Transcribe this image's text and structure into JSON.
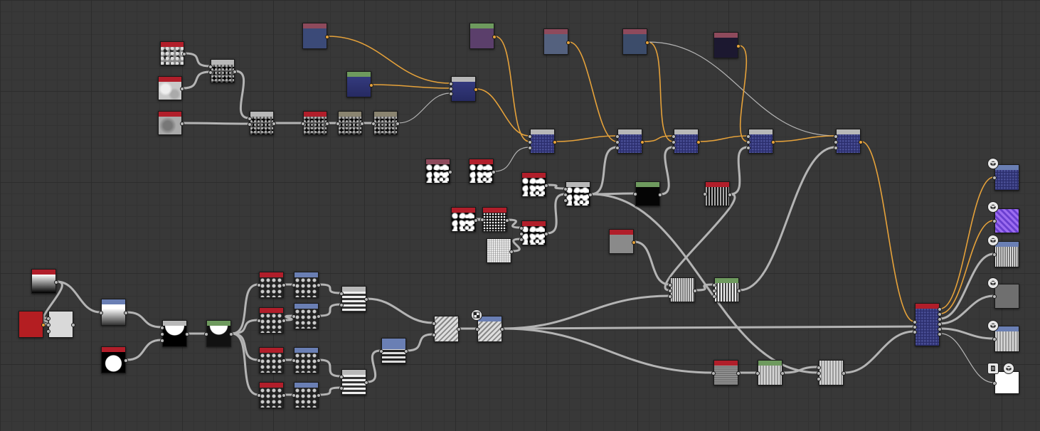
{
  "app": {
    "view": "graph-editor"
  },
  "colors": {
    "background": "#383838",
    "wire_gray": "#b4b4b4",
    "wire_orange": "#e6a23a",
    "header_red": "#b11e2a",
    "header_pink": "#8e4a5c",
    "header_blue": "#6a7fb4",
    "header_green": "#6e9a5e",
    "header_gray": "#b8b8b8",
    "header_olive": "#8a8470",
    "uniform_navy": "#3b4a78",
    "uniform_purple": "#5b3f6b",
    "uniform_slate": "#54617e",
    "uniform_dark": "#1c1830",
    "blend_navy": "#2c2f6e",
    "red_swatch": "#b41e22"
  },
  "node_kinds": [
    "uniform-color",
    "noise-generator",
    "blend",
    "levels",
    "gradient",
    "shape",
    "tile-pattern",
    "warp",
    "output"
  ],
  "output_icon": "cube-icon",
  "output_secondary_icon": "document-icon",
  "frame_icon": "checker-icon"
}
